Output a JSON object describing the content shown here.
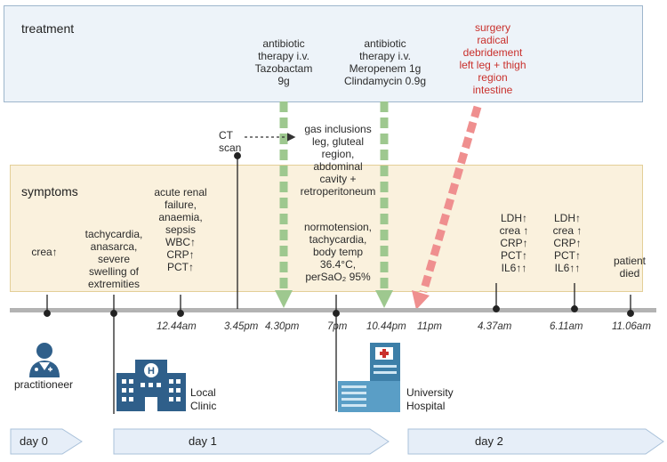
{
  "panels": {
    "treatment": "treatment",
    "symptoms": "symptoms"
  },
  "treatments": {
    "t1": [
      "antibiotic",
      "therapy i.v.",
      "Tazobactam",
      "9g"
    ],
    "t2": [
      "antibiotic",
      "therapy i.v.",
      "Meropenem 1g",
      "Clindamycin 0.9g"
    ],
    "surgery": [
      "surgery",
      "radical",
      "debridement",
      "left leg + thigh",
      "region",
      "intestine"
    ]
  },
  "ct": {
    "label": [
      "CT",
      "scan"
    ],
    "finding": [
      "gas inclusions",
      "leg, gluteal",
      "region,",
      "abdominal",
      "cavity +",
      "retroperitoneum"
    ]
  },
  "symptoms": {
    "s1": [
      "crea↑"
    ],
    "s2": [
      "tachycardia,",
      "anasarca,",
      "severe",
      "swelling of",
      "extremities"
    ],
    "s3": [
      "acute renal",
      "failure,",
      "anaemia,",
      "sepsis",
      "WBC↑",
      "CRP↑",
      "PCT↑"
    ],
    "s4": [
      "normotension,",
      "tachycardia,",
      "body temp",
      "36.4°C,",
      "perSaO₂ 95%"
    ],
    "s5": [
      "LDH↑",
      "crea ↑",
      "CRP↑",
      "PCT↑",
      "IL6↑↑"
    ],
    "s6": [
      "LDH↑",
      "crea ↑",
      "CRP↑",
      "PCT↑",
      "IL6↑↑"
    ],
    "s7": [
      "patient",
      "died"
    ]
  },
  "times": [
    "12.44am",
    "3.45pm",
    "4.30pm",
    "7pm",
    "10.44pm",
    "11pm",
    "4.37am",
    "6.11am",
    "11.06am"
  ],
  "places": {
    "practitioner": "practitioneer",
    "local": [
      "Local",
      "Clinic"
    ],
    "university": [
      "University",
      "Hospital"
    ]
  },
  "days": [
    "day 0",
    "day 1",
    "day 2"
  ],
  "colors": {
    "green_arrow": "#9ec88f",
    "red_arrow": "#ef8f8f",
    "icon_blue": "#2f5f8a",
    "timeline": "#b3b3b3"
  }
}
